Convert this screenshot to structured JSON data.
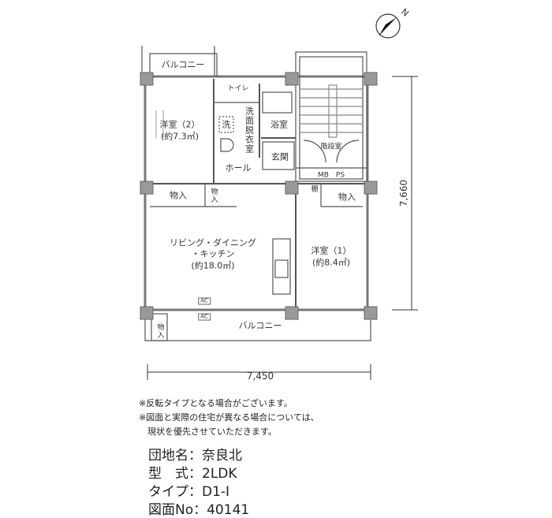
{
  "plan": {
    "rooms": {
      "balcony_top": "バルコニー",
      "toilet": "トイレ",
      "washer": "洗",
      "washroom": "洗面脱衣室",
      "bath": "浴室",
      "entrance": "玄関",
      "stairwell": "階段室",
      "mb_ps": "MB　PS",
      "bedroom2": "洋室（2）",
      "bedroom2_area": "(約7.3㎡)",
      "hall": "ホール",
      "storage1": "物入",
      "storage2": "物入",
      "shelf": "棚",
      "storage3": "物入",
      "ldk_line1": "リビング・ダイニング",
      "ldk_line2": "・キッチン",
      "ldk_area": "(約18.0㎡)",
      "bedroom1": "洋室（1）",
      "bedroom1_area": "(約8.4㎡)",
      "ac1": "AC",
      "ac2": "AC",
      "balcony_bottom": "バルコニー",
      "storage4": "物入"
    },
    "dimensions": {
      "width": "7,450",
      "depth": "7,660"
    },
    "compass": "N"
  },
  "notes": [
    "※反転タイプとなる場合がございます。",
    "※図面と実際の住宅が異なる場合については、",
    "　現状を優先させていただきます。"
  ],
  "info": {
    "complex": "団地名：奈良北",
    "type": "型　式：2LDK",
    "subtype": "タイプ：D1-I",
    "drawing_no": "図面No：40141"
  }
}
